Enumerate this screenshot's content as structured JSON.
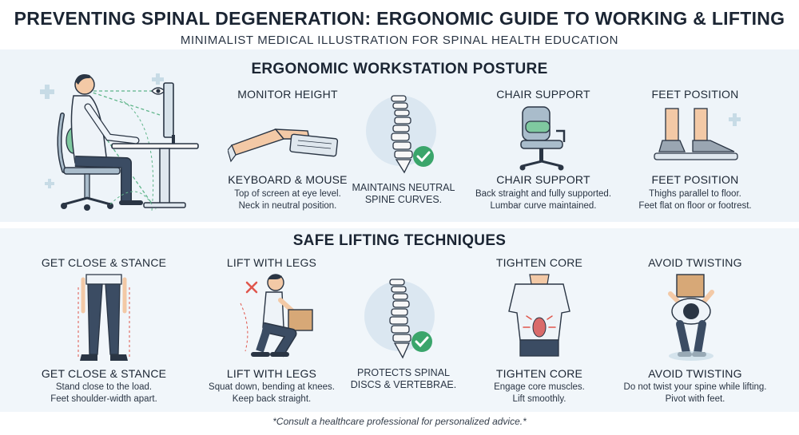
{
  "header": {
    "title": "PREVENTING SPINAL DEGENERATION: ERGONOMIC GUIDE TO WORKING & LIFTING",
    "subtitle": "MINIMALIST MEDICAL ILLUSTRATION FOR SPINAL HEALTH EDUCATION"
  },
  "workstation": {
    "section_title": "ERGONOMIC WORKSTATION POSTURE",
    "monitor": {
      "label": "MONITOR HEIGHT",
      "head": "KEYBOARD & MOUSE",
      "desc": [
        "Top of screen at eye level.",
        "Neck in neutral position."
      ]
    },
    "spine": {
      "desc": [
        "MAINTAINS NEUTRAL",
        "SPINE CURVES."
      ]
    },
    "chair": {
      "label": "CHAIR SUPPORT",
      "head": "CHAIR SUPPORT",
      "desc": [
        "Back straight and fully supported.",
        "Lumbar curve maintained."
      ]
    },
    "feet": {
      "label": "FEET POSITION",
      "head": "FEET POSITION",
      "desc": [
        "Thighs parallel to floor.",
        "Feet flat on floor or footrest."
      ]
    }
  },
  "lifting": {
    "section_title": "SAFE LIFTING TECHNIQUES",
    "stance": {
      "label": "GET CLOSE & STANCE",
      "head": "GET CLOSE & STANCE",
      "desc": [
        "Stand close to the load.",
        "Feet shoulder-width apart."
      ]
    },
    "legs": {
      "label": "LIFT WITH LEGS",
      "head": "LIFT WITH LEGS",
      "desc": [
        "Squat down, bending at knees.",
        "Keep back straight."
      ]
    },
    "spine": {
      "desc": [
        "PROTECTS SPINAL",
        "DISCS & VERTEBRAE."
      ]
    },
    "core": {
      "label": "TIGHTEN CORE",
      "head": "TIGHTEN CORE",
      "desc": [
        "Engage core muscles.",
        "Lift smoothly."
      ]
    },
    "twist": {
      "label": "AVOID TWISTING",
      "head": "AVOID TWISTING",
      "desc": [
        "Do not twist your spine while lifting.",
        "Pivot with feet."
      ]
    }
  },
  "footer": "*Consult a healthcare professional for personalized advice.*",
  "colors": {
    "band": "#eef4f9",
    "check": "#3aa56b",
    "accent_blue": "#6d8ec3",
    "dash_green": "#5fb58a",
    "warning_red": "#e0564c"
  }
}
